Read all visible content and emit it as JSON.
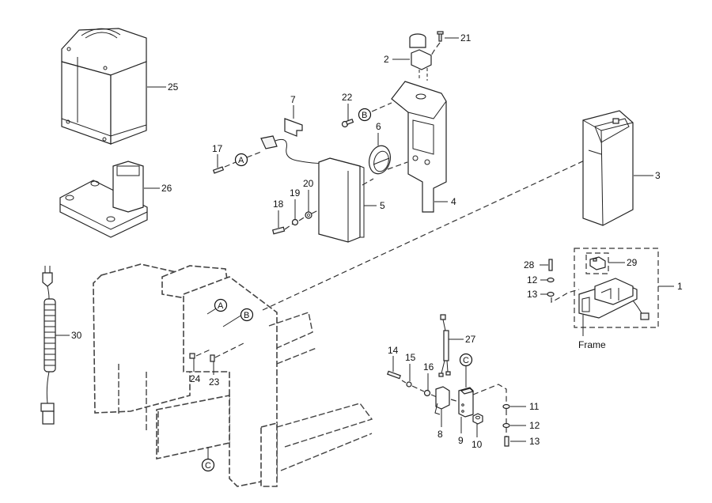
{
  "diagram": {
    "type": "exploded-parts-view",
    "part_labels": {
      "p1": "1",
      "p2": "2",
      "p3": "3",
      "p4": "4",
      "p5": "5",
      "p6": "6",
      "p7": "7",
      "p8": "8",
      "p9": "9",
      "p10": "10",
      "p11": "11",
      "p12a": "12",
      "p12b": "12",
      "p13a": "13",
      "p13b": "13",
      "p14": "14",
      "p15": "15",
      "p16": "16",
      "p17": "17",
      "p18": "18",
      "p19": "19",
      "p20": "20",
      "p21": "21",
      "p22": "22",
      "p23": "23",
      "p24": "24",
      "p25": "25",
      "p26": "26",
      "p27": "27",
      "p28": "28",
      "p29": "29",
      "p30": "30"
    },
    "reference_markers": {
      "a_top": "A",
      "b_top": "B",
      "a_frame": "A",
      "b_frame": "B",
      "c_bracket": "C",
      "c_frame": "C"
    },
    "annotations": {
      "frame": "Frame"
    }
  }
}
